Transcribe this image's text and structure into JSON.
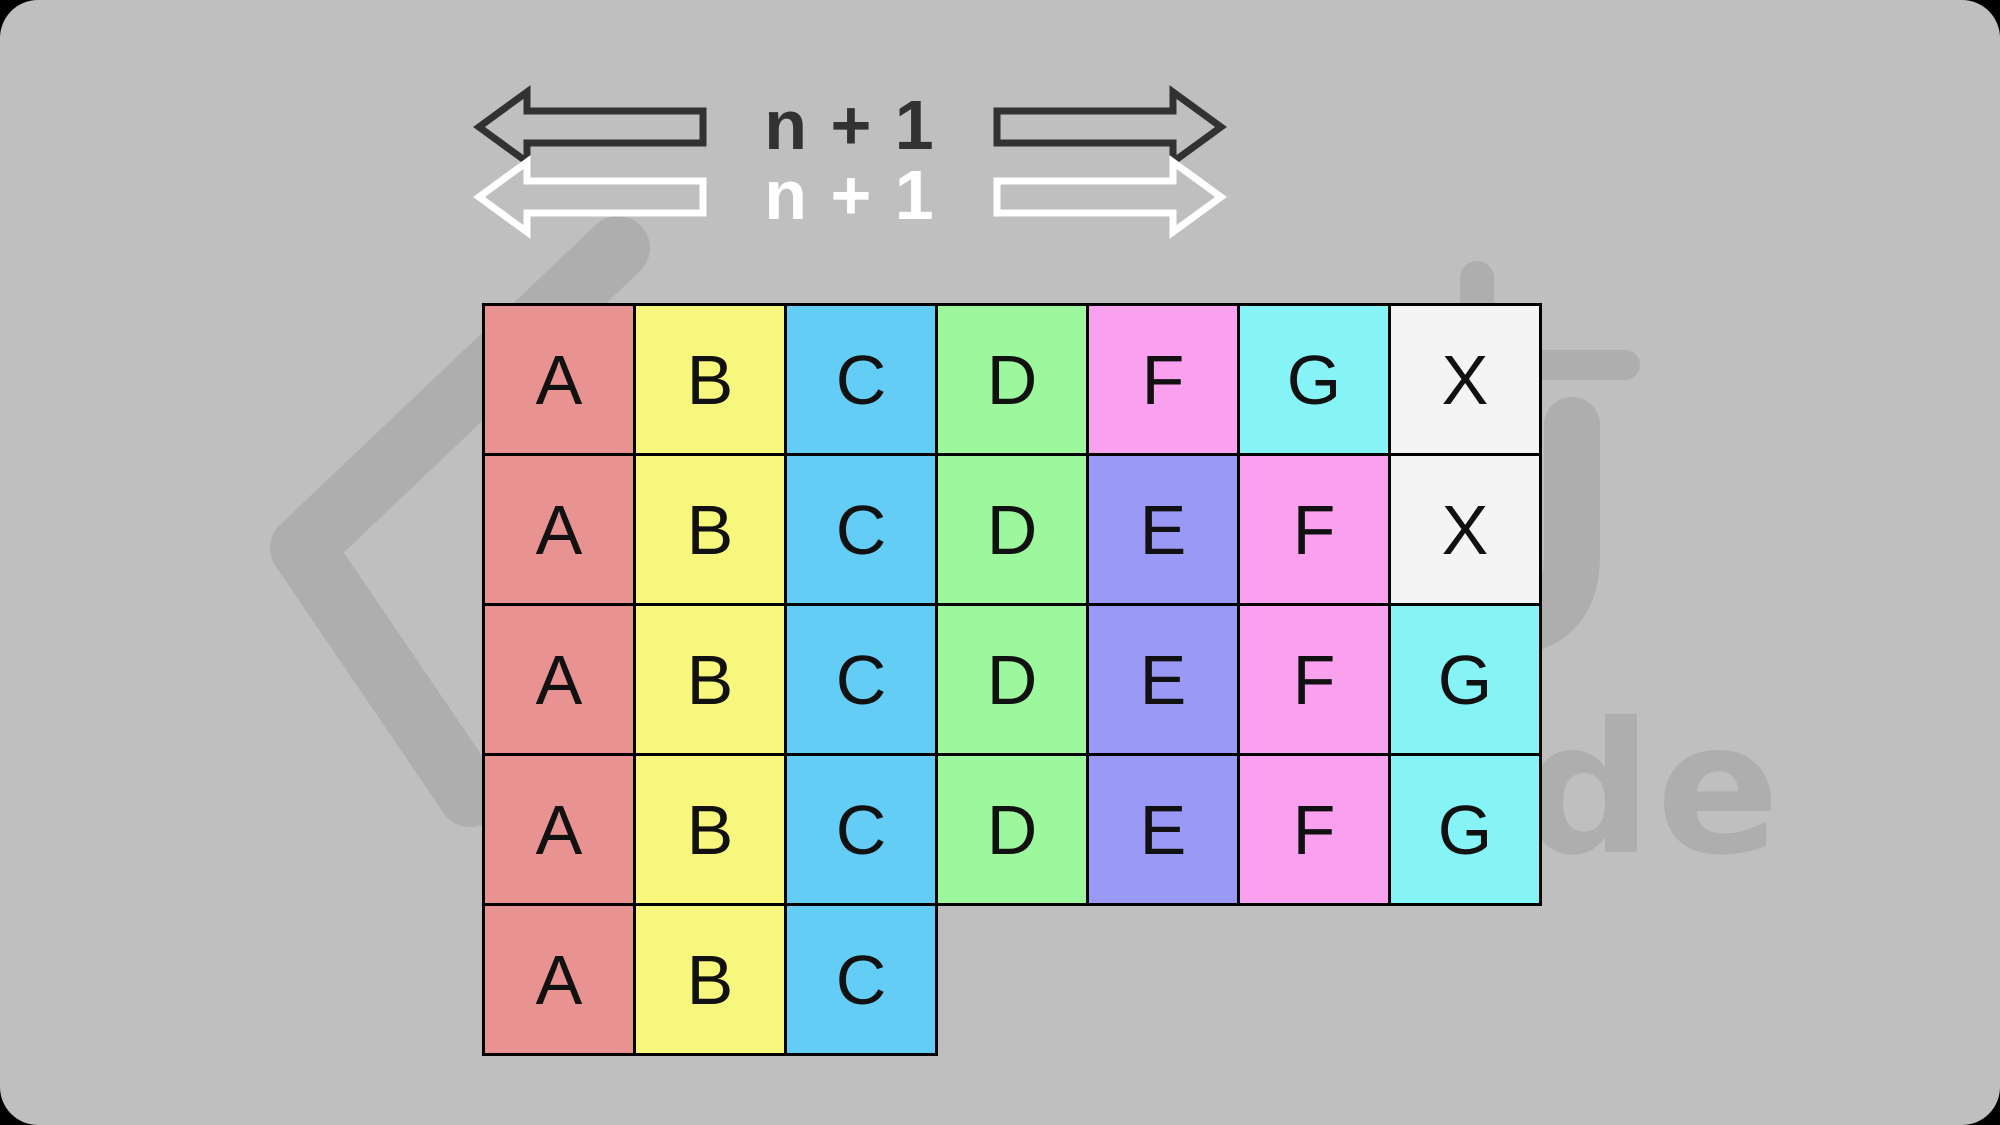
{
  "colors": {
    "page-bg": "#000000",
    "canvas": "#bfbfbf",
    "watermark": "#aeaeae",
    "grid-line": "#000000",
    "letter": "#111111",
    "arrow-dark": "#323232",
    "arrow-light": "#ffffff"
  },
  "palette": {
    "salmon": "#e89391",
    "yellow": "#f7f77e",
    "blue": "#63cdf6",
    "green": "#9df79d",
    "purple": "#9a99f5",
    "pink": "#f9a1ef",
    "cyan": "#86f4f6",
    "white": "#f4f4f4"
  },
  "annotations": {
    "top_label": "n + 1",
    "bottom_label": "n + 1"
  },
  "watermark": {
    "text": "de"
  },
  "grid": {
    "rows": [
      {
        "cells": [
          {
            "label": "A",
            "color": "salmon"
          },
          {
            "label": "B",
            "color": "yellow"
          },
          {
            "label": "C",
            "color": "blue"
          },
          {
            "label": "D",
            "color": "green"
          },
          {
            "label": "F",
            "color": "pink"
          },
          {
            "label": "G",
            "color": "cyan"
          },
          {
            "label": "X",
            "color": "white"
          }
        ]
      },
      {
        "cells": [
          {
            "label": "A",
            "color": "salmon"
          },
          {
            "label": "B",
            "color": "yellow"
          },
          {
            "label": "C",
            "color": "blue"
          },
          {
            "label": "D",
            "color": "green"
          },
          {
            "label": "E",
            "color": "purple"
          },
          {
            "label": "F",
            "color": "pink"
          },
          {
            "label": "X",
            "color": "white"
          }
        ]
      },
      {
        "cells": [
          {
            "label": "A",
            "color": "salmon"
          },
          {
            "label": "B",
            "color": "yellow"
          },
          {
            "label": "C",
            "color": "blue"
          },
          {
            "label": "D",
            "color": "green"
          },
          {
            "label": "E",
            "color": "purple"
          },
          {
            "label": "F",
            "color": "pink"
          },
          {
            "label": "G",
            "color": "cyan"
          }
        ]
      },
      {
        "cells": [
          {
            "label": "A",
            "color": "salmon"
          },
          {
            "label": "B",
            "color": "yellow"
          },
          {
            "label": "C",
            "color": "blue"
          },
          {
            "label": "D",
            "color": "green"
          },
          {
            "label": "E",
            "color": "purple"
          },
          {
            "label": "F",
            "color": "pink"
          },
          {
            "label": "G",
            "color": "cyan"
          }
        ]
      },
      {
        "cells": [
          {
            "label": "A",
            "color": "salmon"
          },
          {
            "label": "B",
            "color": "yellow"
          },
          {
            "label": "C",
            "color": "blue"
          }
        ]
      }
    ]
  }
}
